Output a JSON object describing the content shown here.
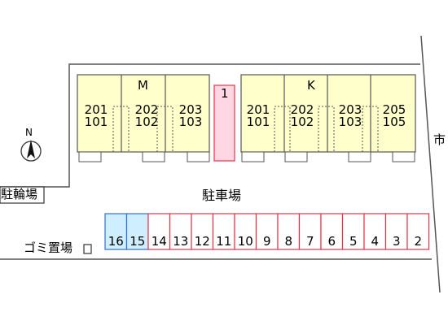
{
  "building_m": {
    "letter": "M",
    "units": [
      {
        "upper": "201",
        "lower": "101"
      },
      {
        "upper": "202",
        "lower": "102"
      },
      {
        "upper": "203",
        "lower": "103"
      }
    ]
  },
  "building_k": {
    "letter": "K",
    "units": [
      {
        "upper": "201",
        "lower": "101"
      },
      {
        "upper": "202",
        "lower": "102"
      },
      {
        "upper": "203",
        "lower": "103"
      },
      {
        "upper": "205",
        "lower": "105"
      }
    ]
  },
  "pink_slot_label": "1",
  "compass_label": "N",
  "labels": {
    "bicycle_parking": "駐輪場",
    "parking_lot": "駐車場",
    "garbage": "ゴミ置場",
    "city_road": "市"
  },
  "parking_spaces": [
    {
      "num": "16",
      "kind": "blue"
    },
    {
      "num": "15",
      "kind": "blue"
    },
    {
      "num": "14",
      "kind": "red"
    },
    {
      "num": "13",
      "kind": "red"
    },
    {
      "num": "12",
      "kind": "red"
    },
    {
      "num": "11",
      "kind": "red"
    },
    {
      "num": "10",
      "kind": "red"
    },
    {
      "num": "9",
      "kind": "red"
    },
    {
      "num": "8",
      "kind": "red"
    },
    {
      "num": "7",
      "kind": "red"
    },
    {
      "num": "6",
      "kind": "red"
    },
    {
      "num": "5",
      "kind": "red"
    },
    {
      "num": "4",
      "kind": "red"
    },
    {
      "num": "3",
      "kind": "red"
    },
    {
      "num": "2",
      "kind": "red"
    }
  ],
  "colors": {
    "building_fill": "#ffffcc",
    "pink_fill": "#ffd6e4",
    "red_stroke": "#e8334a",
    "blue_fill": "#cfeeff",
    "blue_stroke": "#2f6fd6",
    "line": "#555555"
  }
}
